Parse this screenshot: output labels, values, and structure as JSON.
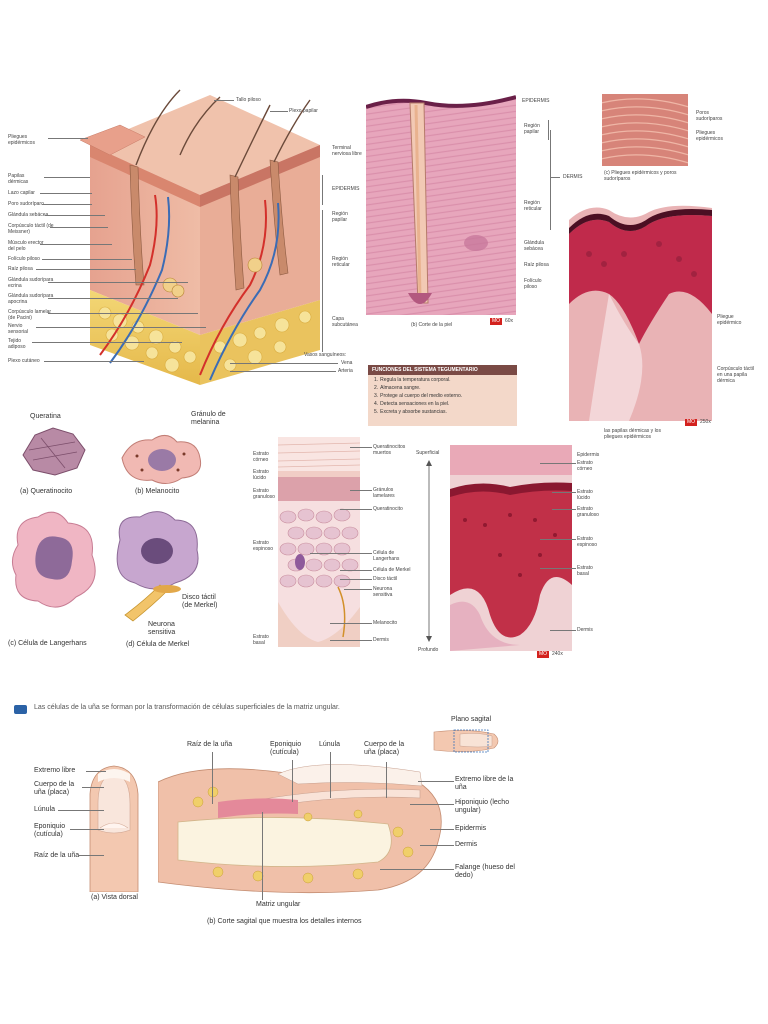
{
  "block_diagram": {
    "left_labels": [
      "Pliegues epidérmicos",
      "Papilas dérmicas",
      "Lazo capilar",
      "Poro sudoríparo",
      "Glándula sebácea",
      "Corpúsculo táctil (de Meissner)",
      "Músculo erector del pelo",
      "Folículo piloso",
      "Raíz pilosa",
      "Glándula sudorípara ecrina",
      "Glándula sudorípara apocrina",
      "Corpúsculo lamelar (de Pacini)",
      "Nervio sensorial",
      "Tejido adiposo",
      "Plexo cutáneo"
    ],
    "top_labels": [
      "Tallo piloso",
      "Plexo papilar",
      "Terminal nerviosa libre"
    ],
    "bracket_labels": [
      "EPIDERMIS",
      "Región papilar",
      "Región reticular",
      "Capa subcutánea"
    ],
    "vessels_title": "Vasos sanguíneos:",
    "vessels": [
      "Vena",
      "Arteria"
    ]
  },
  "skin_section": {
    "labels": [
      "EPIDERMIS",
      "Región papilar",
      "DERMIS",
      "Región reticular",
      "Glándula sebácea",
      "Raíz pilosa",
      "Folículo piloso"
    ],
    "caption": "(b) Corte de la piel",
    "mag_badge": "MO",
    "mag_value": "60x"
  },
  "ridges_photo": {
    "labels": [
      "Poros sudoríparos",
      "Pliegues epidérmicos"
    ],
    "caption": "(c) Pliegues epidérmicos y poros sudoríparos"
  },
  "papillae_photo": {
    "labels": [
      "Pliegue epidérmico",
      "Corpúsculo táctil en una papila dérmica"
    ],
    "caption": "las papilas dérmicas y los pliegues epidérmicos",
    "mag_badge": "MO",
    "mag_value": "250x"
  },
  "functions": {
    "title": "FUNCIONES DEL SISTEMA TEGUMENTARIO",
    "items": [
      "Regula la temperatura corporal.",
      "Almacena sangre.",
      "Protege al cuerpo del medio externo.",
      "Detecta sensaciones en la piel.",
      "Excreta y absorbe sustancias."
    ]
  },
  "cells": {
    "keratinocyte": {
      "label": "Queratina",
      "caption": "(a) Queratinocito"
    },
    "melanocyte": {
      "label": "Gránulo de melanina",
      "caption": "(b) Melanocito"
    },
    "langerhans": {
      "caption": "(c) Célula de Langerhans"
    },
    "merkel": {
      "labels": [
        "Disco táctil (de Merkel)",
        "Neurona sensitiva"
      ],
      "caption": "(d) Célula de Merkel"
    }
  },
  "strata_diagram": {
    "left_labels": [
      "Estrato córneo",
      "Estrato lúcido",
      "Estrato granuloso",
      "Estrato espinoso",
      "Estrato basal"
    ],
    "right_labels": [
      "Queratinocitos muertos",
      "Gránulos lamelares",
      "Queratinocito",
      "Célula de Langerhans",
      "Célula de Merkel",
      "Disco táctil",
      "Neurona sensitiva",
      "Melanocito",
      "Dermis"
    ]
  },
  "strata_photo": {
    "depth_top": "Superficial",
    "depth_bottom": "Profundo",
    "right_labels": [
      "Epidermis",
      "Estrato córneo",
      "Estrato lúcido",
      "Estrato granuloso",
      "Estrato espinoso",
      "Estrato basal",
      "Dermis"
    ],
    "mag_badge": "MO",
    "mag_value": "240x"
  },
  "nail": {
    "intro": "Las células de la uña se forman por la transformación de células superficiales de la matriz ungular.",
    "sagittal_plane": "Plano sagital",
    "dorsal_labels": [
      "Extremo libre",
      "Cuerpo de la uña (placa)",
      "Lúnula",
      "Eponiquio (cutícula)",
      "Raíz de la uña"
    ],
    "sagittal_top_labels": [
      "Raíz de la uña",
      "Eponiquio (cutícula)",
      "Lúnula",
      "Cuerpo de la uña (placa)"
    ],
    "sagittal_right_labels": [
      "Extremo libre de la uña",
      "Hiponiquio (lecho ungular)",
      "Epidermis",
      "Dermis",
      "Falange (hueso del dedo)"
    ],
    "matrix_label": "Matriz ungular",
    "caption_a": "(a) Vista dorsal",
    "caption_b": "(b) Corte sagital que muestra los detalles internos"
  }
}
